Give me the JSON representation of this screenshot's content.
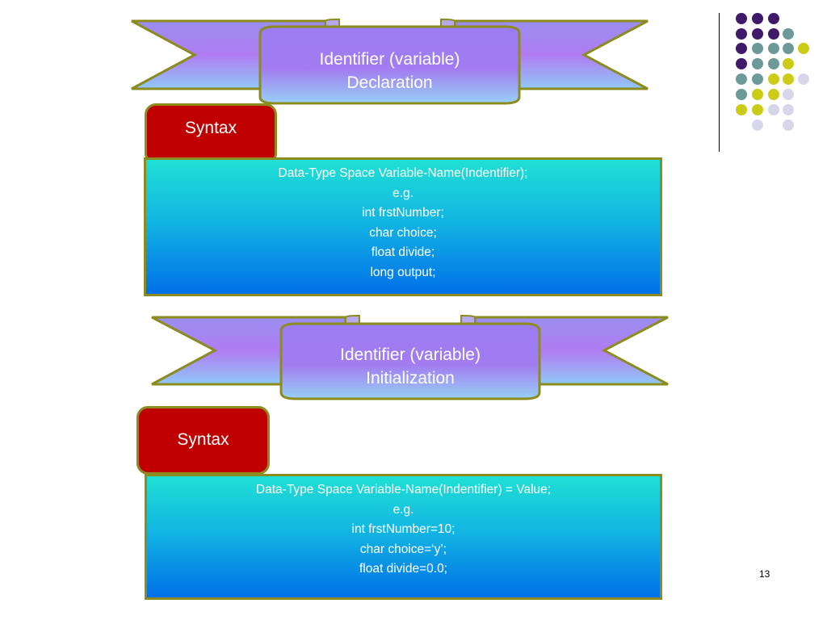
{
  "slide": {
    "page_number": "13",
    "colors": {
      "purple": "#3f1a6b",
      "teal": "#6b9a98",
      "yellow": "#cccc18",
      "lavender": "#d8d6ea",
      "syntax_red": "#c00000",
      "border_olive": "#8b8b1e"
    }
  },
  "declaration": {
    "banner_line1": "Identifier (variable)",
    "banner_line2": "Declaration",
    "syntax_label": "Syntax",
    "lines": [
      "Data-Type Space Variable-Name(Indentifier);",
      "e.g.",
      "int frstNumber;",
      "char choice;",
      "float divide;",
      "long output;"
    ]
  },
  "initialization": {
    "banner_line1": "Identifier (variable)",
    "banner_line2": "Initialization",
    "syntax_label": "Syntax",
    "lines": [
      "Data-Type Space Variable-Name(Indentifier) = Value;",
      "e.g.",
      "int frstNumber=10;",
      "char choice=‘y’;",
      "float divide=0.0;"
    ]
  }
}
